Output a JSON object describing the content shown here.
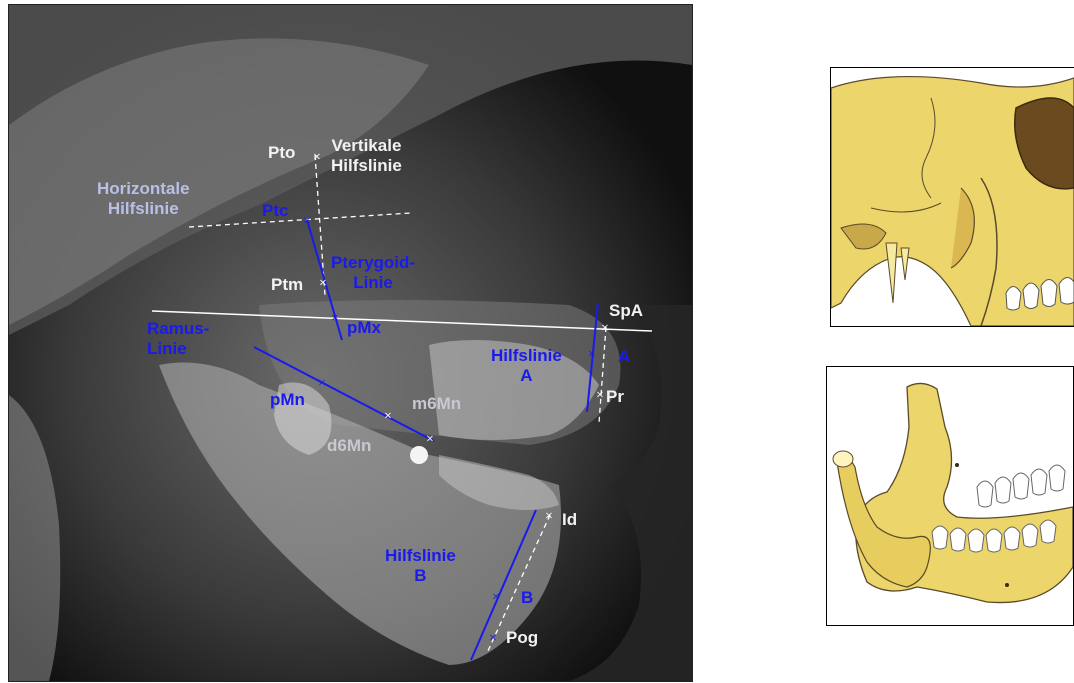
{
  "xray": {
    "labels": {
      "pto": "Pto",
      "vertikale": "Vertikale\nHilfslinie",
      "horizontale": "Horizontale\nHilfslinie",
      "ptc": "Ptc",
      "pterygoid": "Pterygoid-\nLinie",
      "ptm": "Ptm",
      "spa": "SpA",
      "ramus": "Ramus-\nLinie",
      "pmx": "pMx",
      "hilfslinie_a": "Hilfslinie\nA",
      "a": "A",
      "pr": "Pr",
      "pmn": "pMn",
      "m6mn": "m6Mn",
      "d6mn": "d6Mn",
      "id": "Id",
      "hilfslinie_b": "Hilfslinie\nB",
      "b": "B",
      "pog": "Pog"
    }
  },
  "colors": {
    "annotation_blue": "#1a1aee",
    "annotation_white": "#f2f2f2",
    "bone_yellow": "#ecd56a"
  },
  "illustrations": {
    "top": "skull-illustration",
    "bottom": "mandible-illustration"
  }
}
